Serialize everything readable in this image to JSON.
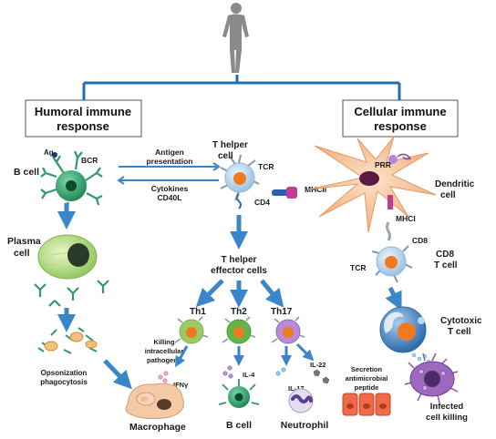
{
  "colors": {
    "connector_blue": "#1f6fb5",
    "arrow_blue": "#3b86c8",
    "bcell_green": "#2f9a68",
    "tcell_blue": "#2b6fb0",
    "th1_orange": "#e88a2a",
    "th2_green": "#62b54a",
    "th17_purple": "#a86ec9",
    "dendritic_peach": "#f2b98e",
    "infected_purple": "#8b54a6",
    "epithelium_red": "#e85b3b"
  },
  "icons": {
    "person": "human-silhouette-icon",
    "bcell": "b-cell-icon",
    "thelper": "t-helper-cell-icon",
    "dendritic": "dendritic-cell-icon",
    "cd8": "cd8-t-cell-icon",
    "plasma": "plasma-cell-icon",
    "antibody": "antibody-icon",
    "macrophage": "macrophage-icon",
    "neutrophil": "neutrophil-icon",
    "infected": "infected-cell-icon",
    "epithelium": "epithelial-cells-icon"
  },
  "branches": {
    "humoral_title_1": "Humoral immune",
    "humoral_title_2": "response",
    "cellular_title_1": "Cellular immune",
    "cellular_title_2": "response"
  },
  "labels": {
    "ag": "Ag",
    "bcr": "BCR",
    "b_cell": "B cell",
    "antigen_presentation_1": "Antigen",
    "antigen_presentation_2": "presentation",
    "cytokines": "Cytokines",
    "cd40l": "CD40L",
    "t_helper_1": "T helper",
    "t_helper_2": "cell",
    "tcr": "TCR",
    "cd4": "CD4",
    "mhcii": "MHCII",
    "prr": "PRR",
    "dendritic_1": "Dendritic",
    "dendritic_2": "cell",
    "mhci": "MHCI",
    "cd8": "CD8",
    "tcr2": "TCR",
    "cd8_tcell_1": "CD8",
    "cd8_tcell_2": "T cell",
    "plasma_1": "Plasma",
    "plasma_2": "cell",
    "effector_1": "T helper",
    "effector_2": "effector cells",
    "th1": "Th1",
    "th2": "Th2",
    "th17": "Th17",
    "killing_1": "Killing",
    "killing_2": "intracellular",
    "killing_3": "pathogens",
    "ifng": "IFNγ",
    "il4": "IL-4",
    "il22": "IL-22",
    "il17": "IL-17",
    "secretion_1": "Secretion",
    "secretion_2": "antimicrobial",
    "secretion_3": "peptide",
    "opson_1": "Opsonization",
    "opson_2": "phagocytosis",
    "macrophage": "Macrophage",
    "b_cell2": "B cell",
    "neutrophil": "Neutrophil",
    "cytotoxic_1": "Cytotoxic",
    "cytotoxic_2": "T cell",
    "infected_1": "Infected",
    "infected_2": "cell killing"
  }
}
